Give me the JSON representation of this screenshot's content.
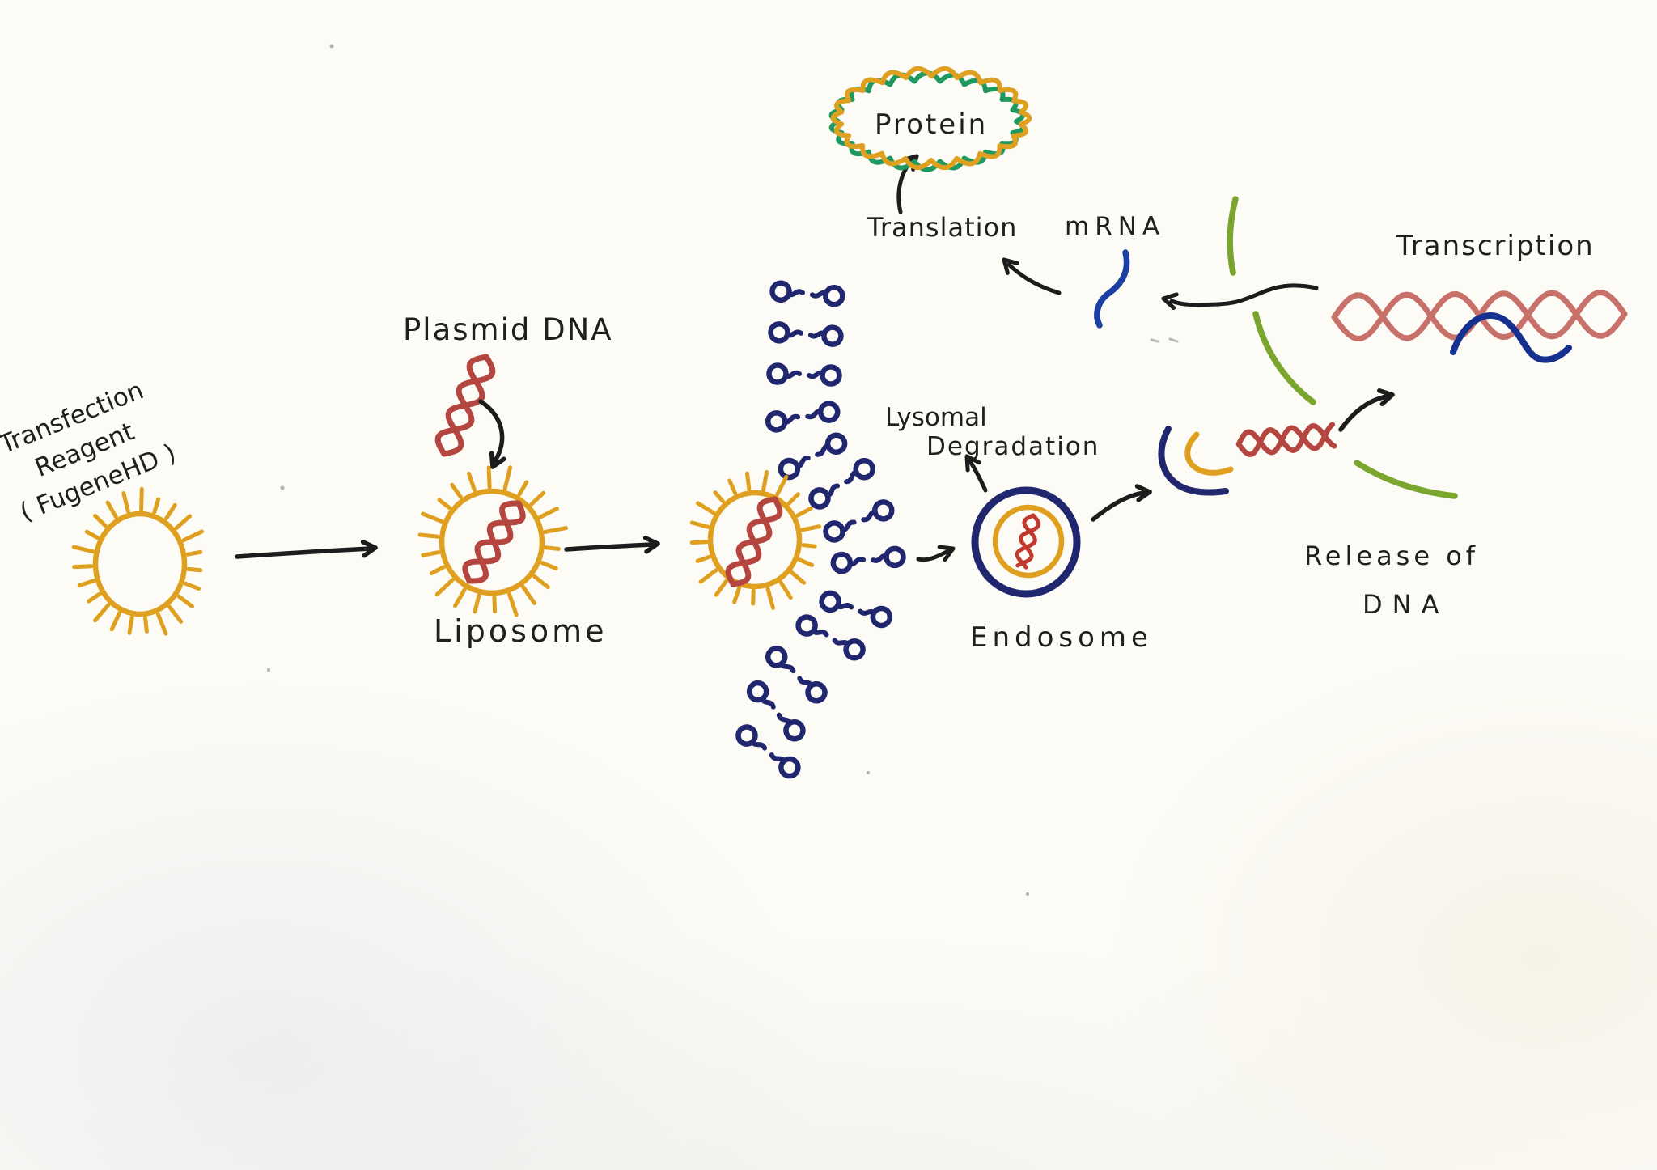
{
  "labels": {
    "transfection_reagent_line1": "Transfection",
    "transfection_reagent_line2": "Reagent",
    "transfection_reagent_line3": "( FugeneHD )",
    "plasmid_dna": "Plasmid DNA",
    "liposome": "Liposome",
    "lysomal_line1": "Lysomal",
    "lysomal_line2": "Degradation",
    "endosome": "Endosome",
    "release_line1": "Release of",
    "release_line2": "DNA",
    "transcription": "Transcription",
    "mrna": "mRNA",
    "translation": "Translation",
    "protein": "Protein"
  },
  "colors": {
    "ink": "#1c1c1c",
    "gold": "#e0a01f",
    "red": "#b4463f",
    "red_bright": "#c03a2f",
    "red_light": "#c8706a",
    "navy": "#20276e",
    "blue": "#1c3fa3",
    "blue_dark": "#16308f",
    "olive": "#7ba62e",
    "green": "#1f9960",
    "paper": "#fcfbf6",
    "speck": "#77756f"
  }
}
